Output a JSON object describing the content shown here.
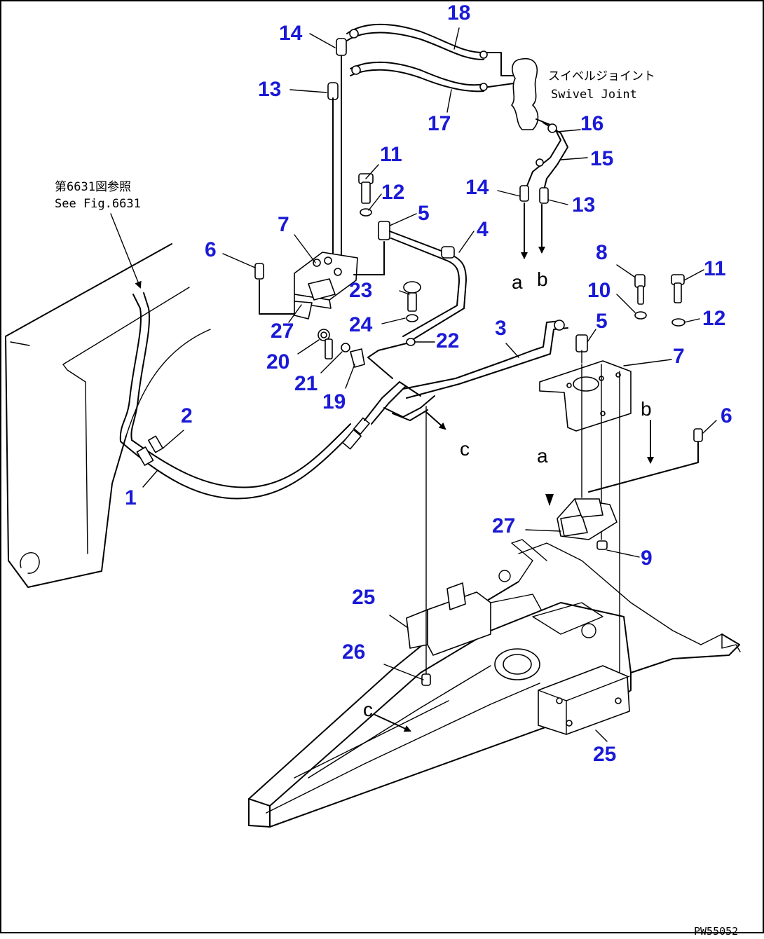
{
  "callouts": [
    {
      "id": "c14a",
      "text": "14"
    },
    {
      "id": "c18",
      "text": "18"
    },
    {
      "id": "c13a",
      "text": "13"
    },
    {
      "id": "c17",
      "text": "17"
    },
    {
      "id": "c16",
      "text": "16"
    },
    {
      "id": "c15",
      "text": "15"
    },
    {
      "id": "c11a",
      "text": "11"
    },
    {
      "id": "c12a",
      "text": "12"
    },
    {
      "id": "c14b",
      "text": "14"
    },
    {
      "id": "c13b",
      "text": "13"
    },
    {
      "id": "c7a",
      "text": "7"
    },
    {
      "id": "c5a",
      "text": "5"
    },
    {
      "id": "c4",
      "text": "4"
    },
    {
      "id": "c6a",
      "text": "6"
    },
    {
      "id": "c8",
      "text": "8"
    },
    {
      "id": "c11b",
      "text": "11"
    },
    {
      "id": "c23",
      "text": "23"
    },
    {
      "id": "c10",
      "text": "10"
    },
    {
      "id": "c27a",
      "text": "27"
    },
    {
      "id": "c24",
      "text": "24"
    },
    {
      "id": "c12b",
      "text": "12"
    },
    {
      "id": "c3",
      "text": "3"
    },
    {
      "id": "c5b",
      "text": "5"
    },
    {
      "id": "c22",
      "text": "22"
    },
    {
      "id": "c20",
      "text": "20"
    },
    {
      "id": "c7b",
      "text": "7"
    },
    {
      "id": "c21",
      "text": "21"
    },
    {
      "id": "c19",
      "text": "19"
    },
    {
      "id": "c6b",
      "text": "6"
    },
    {
      "id": "c2",
      "text": "2"
    },
    {
      "id": "c1",
      "text": "1"
    },
    {
      "id": "c27b",
      "text": "27"
    },
    {
      "id": "c9",
      "text": "9"
    },
    {
      "id": "c25a",
      "text": "25"
    },
    {
      "id": "c26",
      "text": "26"
    },
    {
      "id": "c25b",
      "text": "25"
    }
  ],
  "letters": [
    {
      "id": "la1",
      "text": "a"
    },
    {
      "id": "lb1",
      "text": "b"
    },
    {
      "id": "lb2",
      "text": "b"
    },
    {
      "id": "la2",
      "text": "a"
    },
    {
      "id": "lc1",
      "text": "c"
    },
    {
      "id": "lc2",
      "text": "c"
    }
  ],
  "notes": {
    "swivel_jp": "スイベルジョイント",
    "swivel_en": "Swivel Joint",
    "ref_jp": "第6631図参照",
    "ref_en": "See Fig.6631"
  },
  "drawing_code": "PW55052"
}
